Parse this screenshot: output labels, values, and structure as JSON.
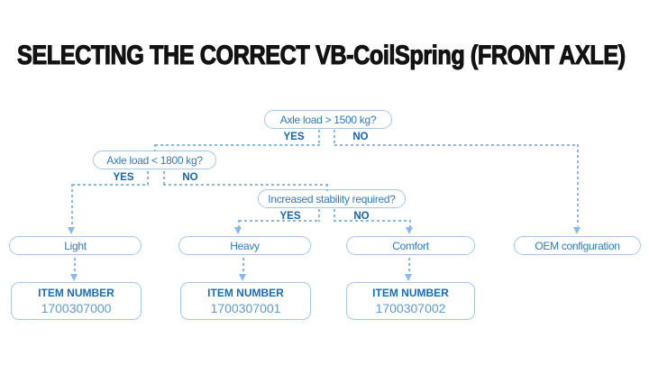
{
  "title": "SELECTING THE CORRECT VB-CoilSpring (FRONT AXLE)",
  "colors": {
    "title": "#121212",
    "box-border": "#a5c8ea",
    "box-text": "#2e7bc1",
    "yesno": "#1565b0",
    "line": "#8cb9e3",
    "item-label": "#176eb8",
    "item-number": "#5e9bd4",
    "background": "#ffffff"
  },
  "flowchart": {
    "questions": [
      {
        "label": "Axle load > 1500 kg?",
        "yes": "YES",
        "no": "NO"
      },
      {
        "label": "Axle load < 1800 kg?",
        "yes": "YES",
        "no": "NO"
      },
      {
        "label": "Increased stability required?",
        "yes": "YES",
        "no": "NO"
      }
    ],
    "results": [
      {
        "label": "Light",
        "item_label": "ITEM NUMBER",
        "item_number": "1700307000"
      },
      {
        "label": "Heavy",
        "item_label": "ITEM NUMBER",
        "item_number": "1700307001"
      },
      {
        "label": "Comfort",
        "item_label": "ITEM NUMBER",
        "item_number": "1700307002"
      },
      {
        "label": "OEM configuration"
      }
    ]
  }
}
